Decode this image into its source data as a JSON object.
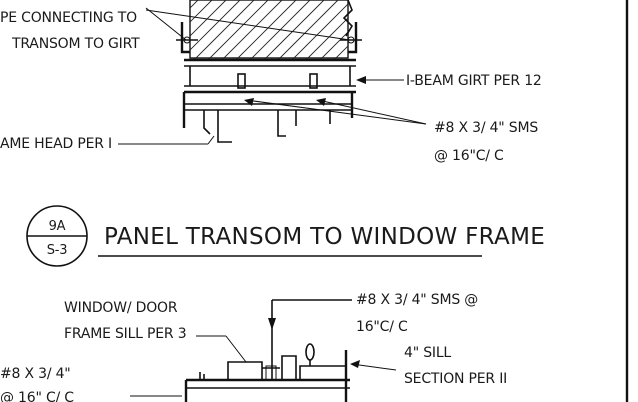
{
  "top_detail": {
    "label_connect_line1": "PE CONNECTING TO",
    "label_connect_line2": "TRANSOM TO GIRT",
    "label_ibeam": "I-BEAM GIRT PER 12",
    "label_frame_head": "AME HEAD PER I",
    "label_sms_line1": "#8 X 3/ 4\" SMS",
    "label_sms_line2": "@ 16\"C/ C"
  },
  "section_title": {
    "bubble_top": "9A",
    "bubble_bottom": "S-3",
    "title": "PANEL TRANSOM TO WINDOW FRAME"
  },
  "bottom_detail": {
    "label_sill_line1": "WINDOW/ DOOR",
    "label_sill_line2": "FRAME SILL PER 3",
    "label_sms_line1": "#8 X 3/ 4\" SMS @",
    "label_sms_line2": "16\"C/ C",
    "label_sill4_line1": "4\" SILL",
    "label_sill4_line2": "SECTION PER II",
    "label_left_line1": "#8 X 3/ 4\"",
    "label_left_line2": "@ 16\" C/ C"
  }
}
